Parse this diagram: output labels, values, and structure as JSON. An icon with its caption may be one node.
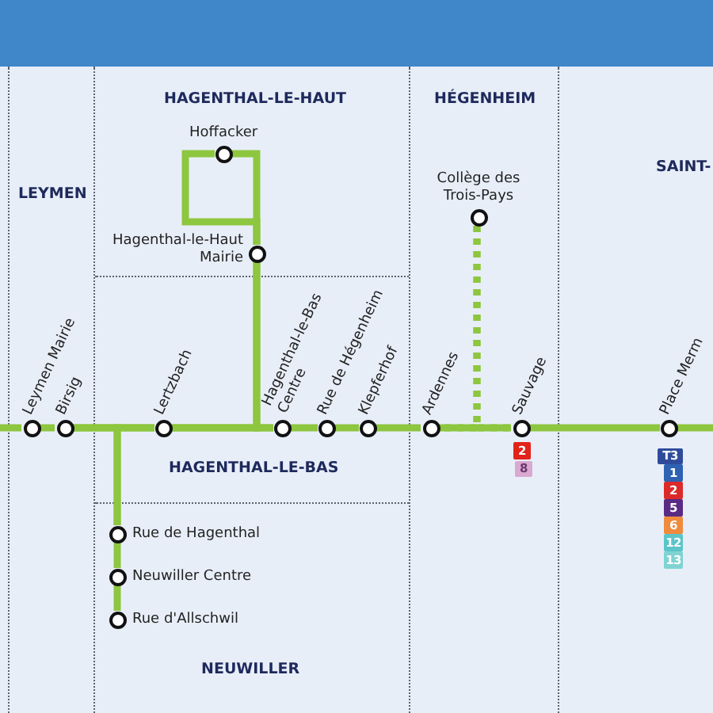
{
  "diagram": {
    "nodes": [
      {
        "text": [
          "LEYMEN"
        ]
      },
      {
        "text": [],
        "shape": "circle",
        "beside": [
          "Leymen Mairie"
        ],
        "in": 0
      },
      {
        "text": [],
        "shape": "circle",
        "beside": [
          "Birsig"
        ],
        "in": 0
      },
      {
        "text": [
          "HAGENTHAL-LE-HAUT"
        ]
      },
      {
        "text": [],
        "shape": "circle",
        "beside": [
          "Hoffacker"
        ],
        "in": 3
      },
      {
        "text": [],
        "shape": "circle",
        "beside": [
          "Hagenthal-le-Haut Mairie"
        ],
        "in": 3
      },
      {
        "text": [
          "HAGENTHAL-LE-BAS"
        ]
      },
      {
        "text": [],
        "shape": "circle",
        "beside": [
          "Lertzbach"
        ],
        "in": 6
      },
      {
        "text": [],
        "shape": "circle",
        "beside": [
          "Hagenthal-le-Bas Centre"
        ],
        "in": 6
      },
      {
        "text": [],
        "shape": "circle",
        "beside": [
          "Rue de Hégenheim"
        ],
        "in": 6
      },
      {
        "text": [],
        "shape": "circle",
        "beside": [
          "Klepferhof"
        ],
        "in": 6
      },
      {
        "text": [
          "NEUWILLER"
        ]
      },
      {
        "text": [],
        "shape": "circle",
        "beside": [
          "Rue de Hagenthal"
        ],
        "in": 11
      },
      {
        "text": [],
        "shape": "circle",
        "beside": [
          "Neuwiller Centre"
        ],
        "in": 11
      },
      {
        "text": [],
        "shape": "circle",
        "beside": [
          "Rue d'Allschwil"
        ],
        "in": 11
      },
      {
        "text": [
          "HÉGENHEIM"
        ]
      },
      {
        "text": [],
        "shape": "circle",
        "beside": [
          "Collège des Trois-Pays"
        ],
        "in": 15
      },
      {
        "text": [],
        "shape": "circle",
        "beside": [
          "Ardennes"
        ],
        "in": 15
      },
      {
        "text": [],
        "shape": "circle",
        "beside": [
          "Sauvage"
        ],
        "in": 15
      },
      {
        "text": [
          "2"
        ],
        "in": 15
      },
      {
        "text": [
          "8"
        ],
        "in": 15
      },
      {
        "text": [
          "SAINT-"
        ]
      },
      {
        "text": [],
        "shape": "circle",
        "beside": [
          "Place Merm"
        ],
        "in": 21
      },
      {
        "text": [
          "T3"
        ],
        "in": 21
      },
      {
        "text": [
          "1"
        ],
        "in": 21
      },
      {
        "text": [
          "2"
        ],
        "in": 21
      },
      {
        "text": [
          "5"
        ],
        "in": 21
      },
      {
        "text": [
          "6"
        ],
        "in": 21
      },
      {
        "text": [
          "12"
        ],
        "in": 21
      },
      {
        "text": [
          "13"
        ],
        "in": 21
      }
    ],
    "edges": [
      {
        "from": null,
        "to": 1,
        "arrow": "none"
      },
      {
        "from": 1,
        "to": 2,
        "arrow": "none"
      },
      {
        "from": 2,
        "to": 7,
        "arrow": "none"
      },
      {
        "from": 2,
        "to": 12,
        "arrow": "none"
      },
      {
        "from": 7,
        "to": 12,
        "arrow": "none"
      },
      {
        "from": 12,
        "to": 13,
        "arrow": "none"
      },
      {
        "from": 13,
        "to": 14,
        "arrow": "none"
      },
      {
        "from": 7,
        "to": 8,
        "arrow": "none"
      },
      {
        "from": 7,
        "to": 5,
        "arrow": "none"
      },
      {
        "from": 5,
        "to": 8,
        "arrow": "none"
      },
      {
        "from": 5,
        "to": 4,
        "arrow": "none"
      },
      {
        "from": 5,
        "to": 4,
        "arrow": "none"
      },
      {
        "from": 8,
        "to": 9,
        "arrow": "none"
      },
      {
        "from": 9,
        "to": 10,
        "arrow": "none"
      },
      {
        "from": 10,
        "to": 17,
        "arrow": "none"
      },
      {
        "from": 17,
        "to": 18,
        "arrow": "none"
      },
      {
        "from": 17,
        "to": 16,
        "arrow": "none",
        "style": "dashed"
      },
      {
        "from": 16,
        "to": 18,
        "arrow": "none",
        "style": "dashed"
      },
      {
        "from": 18,
        "to": 22,
        "arrow": "none"
      },
      {
        "from": 22,
        "to": null,
        "arrow": "none"
      }
    ]
  }
}
